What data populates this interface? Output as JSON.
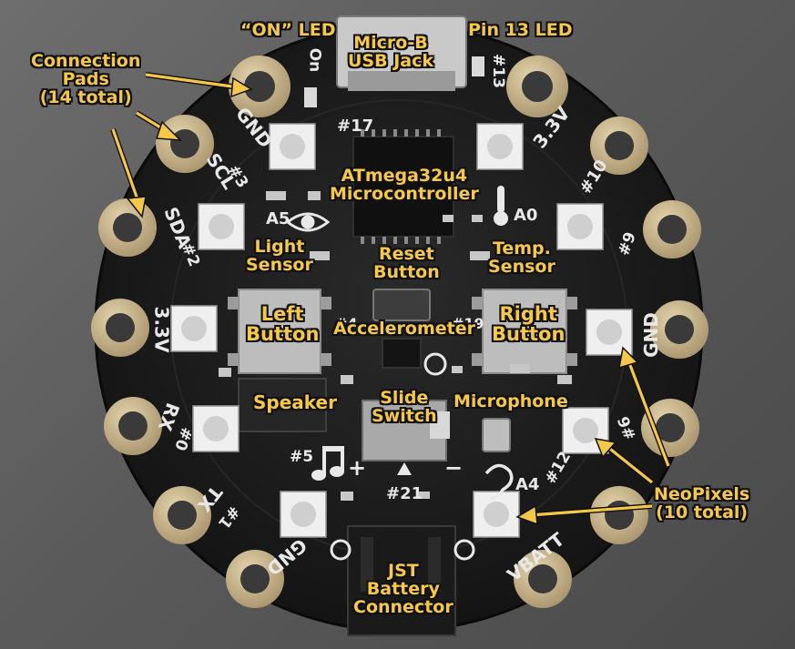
{
  "labels": {
    "on_led": "“ON” LED",
    "usb": [
      "Micro-B",
      "USB Jack"
    ],
    "pin13": "Pin 13 LED",
    "pads": [
      "Connection",
      "Pads",
      "(14 total)"
    ],
    "mcu": [
      "ATmega32u4",
      "Microcontroller"
    ],
    "light": [
      "Light",
      "Sensor"
    ],
    "reset": [
      "Reset",
      "Button"
    ],
    "temp": [
      "Temp.",
      "Sensor"
    ],
    "left_button": [
      "Left",
      "Button"
    ],
    "accelerometer": "Accelerometer",
    "right_button": [
      "Right",
      "Button"
    ],
    "speaker": "Speaker",
    "slide_switch": [
      "Slide",
      "Switch"
    ],
    "microphone": "Microphone",
    "neopixels": [
      "NeoPixels",
      "(10 total)"
    ],
    "jst": [
      "JST",
      "Battery",
      "Connector"
    ]
  },
  "silkscreen": {
    "on": "On",
    "p13": "#13",
    "gnd_tl": "GND",
    "p17": "#17",
    "v33_tr": "3.3V",
    "scl": "SCL",
    "p3": "#3",
    "p10": "#10",
    "sda": "SDA",
    "p2": "#2",
    "a5": "A5",
    "a0": "A0",
    "p9": "#9",
    "v33_l": "3.3V",
    "p4": "#4",
    "p19": "#19",
    "gnd_r": "GND",
    "rx": "RX",
    "p0": "#0",
    "p6": "#6",
    "p5": "#5",
    "p21": "#21",
    "a4": "A4",
    "p12": "#12",
    "tx": "TX",
    "p1": "#1",
    "gnd_bl": "GND",
    "vbatt": "VBATT",
    "plus": "+",
    "minus": "−"
  },
  "colors": {
    "background": "#5e5e5e",
    "pcb": "#1b1b1b",
    "pad": "#c9b48c",
    "label": "#f6c84a",
    "outline": "#111111"
  }
}
